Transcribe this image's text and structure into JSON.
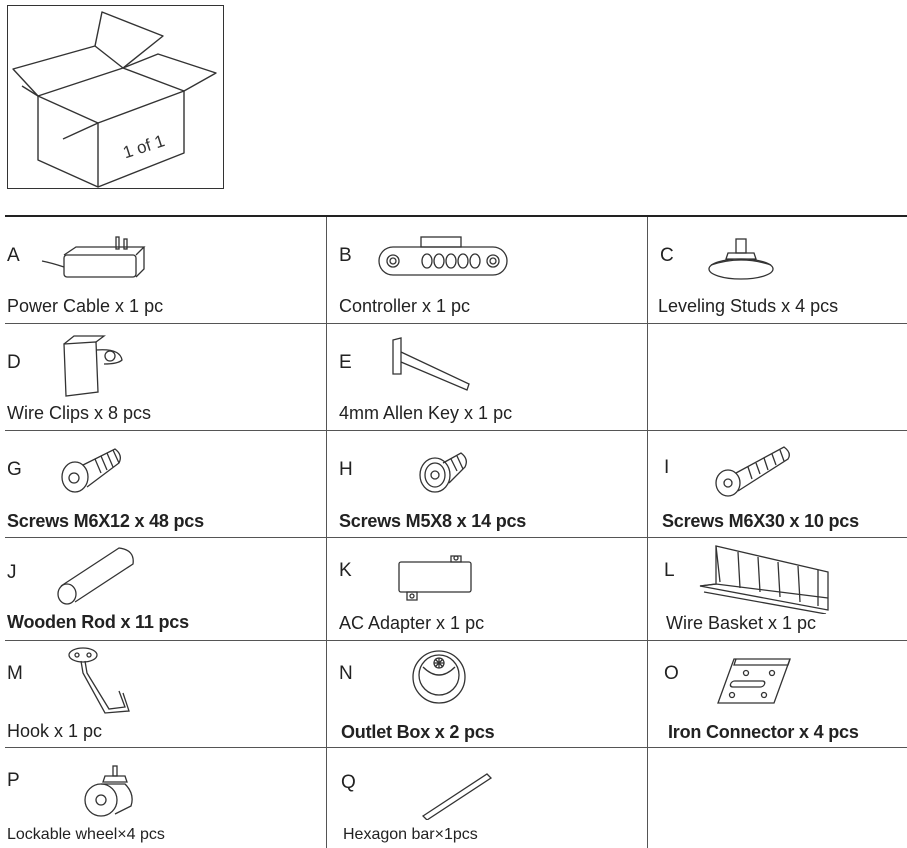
{
  "box": {
    "label": "1 of 1"
  },
  "parts": [
    {
      "letter": "A",
      "name": "Power Cable x 1 pc",
      "icon": "power-adapter-icon"
    },
    {
      "letter": "B",
      "name": "Controller x 1 pc",
      "icon": "controller-icon"
    },
    {
      "letter": "C",
      "name": "Leveling Studs x 4 pcs",
      "icon": "leveling-stud-icon"
    },
    {
      "letter": "D",
      "name": "Wire Clips x 8 pcs",
      "icon": "wire-clip-icon"
    },
    {
      "letter": "E",
      "name": "4mm Allen Key x 1 pc",
      "icon": "allen-key-icon"
    },
    {
      "letter": "G",
      "name": "Screws M6X12 x 48 pcs",
      "icon": "screw-icon"
    },
    {
      "letter": "H",
      "name": "Screws M5X8 x 14 pcs",
      "icon": "screw-washer-icon"
    },
    {
      "letter": "I",
      "name": "Screws M6X30 x 10 pcs",
      "icon": "long-screw-icon"
    },
    {
      "letter": "J",
      "name": "Wooden Rod x 11 pcs",
      "icon": "wooden-rod-icon"
    },
    {
      "letter": "K",
      "name": "AC Adapter x 1 pc",
      "icon": "ac-adapter-icon"
    },
    {
      "letter": "L",
      "name": "Wire Basket x 1 pc",
      "icon": "wire-basket-icon"
    },
    {
      "letter": "M",
      "name": "Hook x 1 pc",
      "icon": "hook-icon"
    },
    {
      "letter": "N",
      "name": "Outlet Box x 2 pcs",
      "icon": "outlet-box-icon"
    },
    {
      "letter": "O",
      "name": "Iron Connector x 4 pcs",
      "icon": "iron-connector-icon"
    },
    {
      "letter": "P",
      "name": "Lockable wheel×4 pcs",
      "icon": "caster-wheel-icon"
    },
    {
      "letter": "Q",
      "name": "Hexagon bar×1pcs",
      "icon": "hexagon-bar-icon"
    }
  ]
}
